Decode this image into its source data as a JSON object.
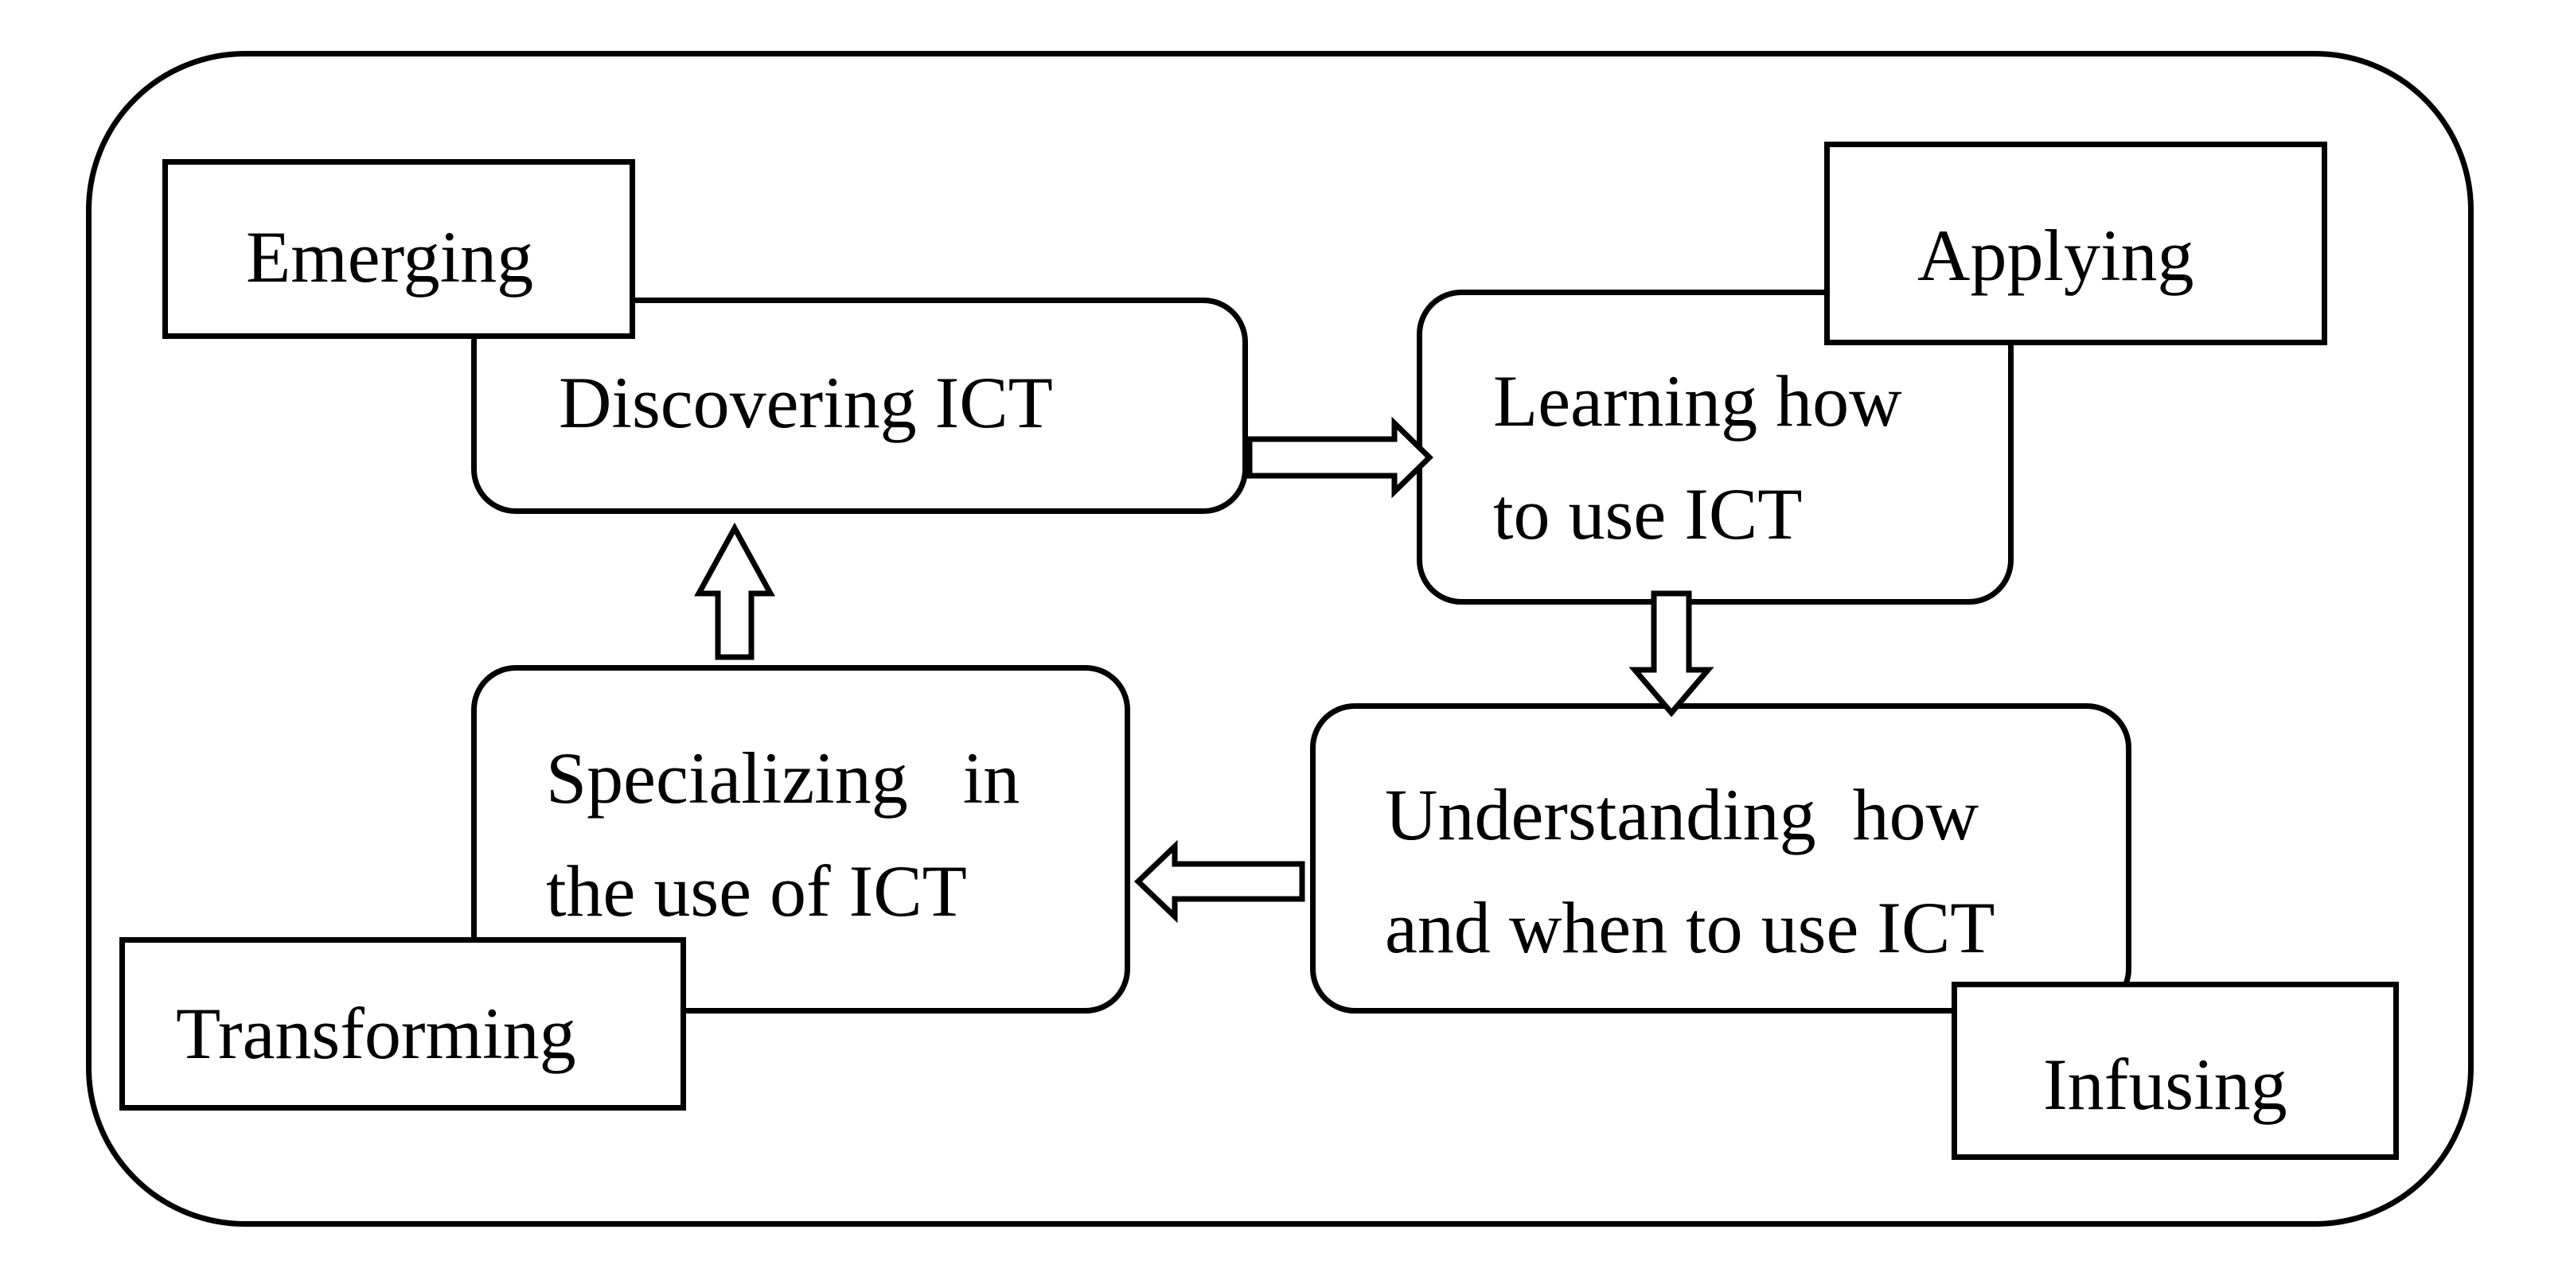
{
  "diagram": {
    "stages": [
      {
        "id": "discovering",
        "label": "Discovering ICT",
        "lines": [
          "Discovering ICT"
        ]
      },
      {
        "id": "learning",
        "label": "Learning how to use ICT",
        "lines": [
          "Learning how",
          "to use ICT"
        ]
      },
      {
        "id": "understanding",
        "label": "Understanding how and when to use ICT",
        "lines": [
          "Understanding  how",
          "and when to use ICT"
        ]
      },
      {
        "id": "specializing",
        "label": "Specializing in the use of ICT",
        "lines": [
          "Specializing   in",
          "the use of ICT"
        ]
      }
    ],
    "phases": [
      {
        "id": "emerging",
        "label": "Emerging"
      },
      {
        "id": "applying",
        "label": "Applying"
      },
      {
        "id": "infusing",
        "label": "Infusing"
      },
      {
        "id": "transforming",
        "label": "Transforming"
      }
    ],
    "flow": [
      {
        "from": "discovering",
        "to": "learning"
      },
      {
        "from": "learning",
        "to": "understanding"
      },
      {
        "from": "understanding",
        "to": "specializing"
      },
      {
        "from": "specializing",
        "to": "discovering"
      }
    ]
  }
}
